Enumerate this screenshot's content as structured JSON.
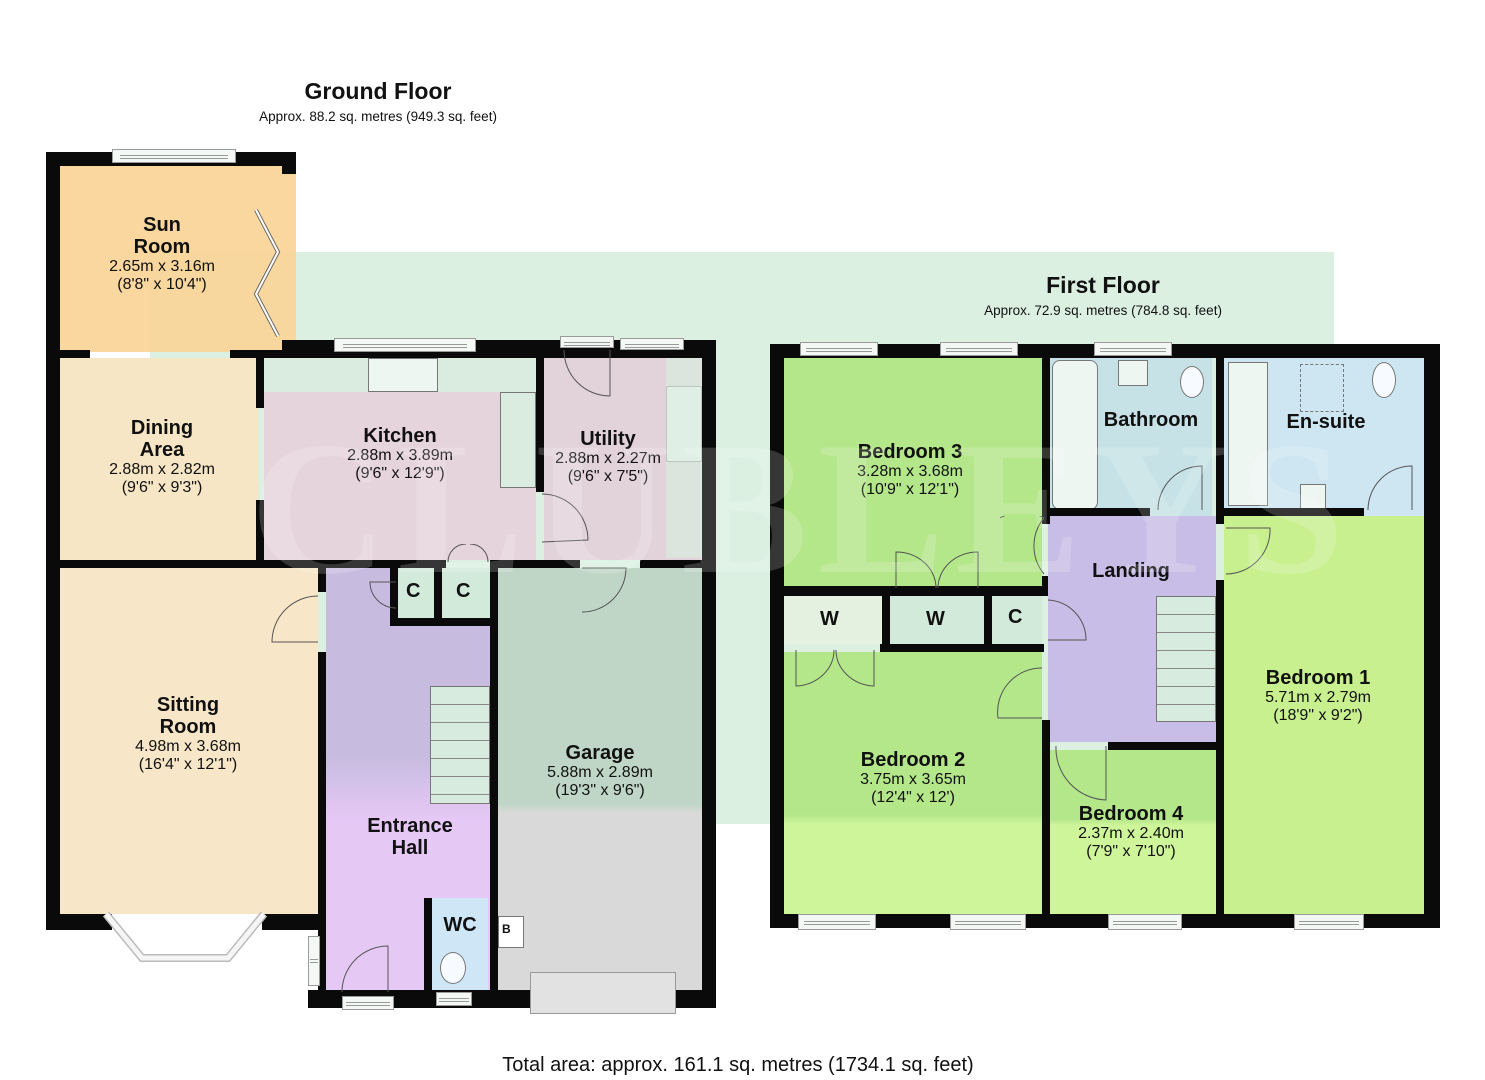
{
  "watermark": "CLUBLEYS",
  "ground_floor": {
    "title": "Ground Floor",
    "area": "Approx. 88.2 sq. metres (949.3 sq. feet)",
    "rooms": [
      {
        "name": "Sun\nRoom",
        "line1": "Sun",
        "line2": "Room",
        "metric": "2.65m x 3.16m",
        "imperial": "(8'8\" x 10'4\")",
        "color": "#f9d59a"
      },
      {
        "line1": "Dining",
        "line2": "Area",
        "metric": "2.88m x 2.82m",
        "imperial": "(9'6\" x 9'3\")",
        "color": "#fbe9cf"
      },
      {
        "line1": "Kitchen",
        "metric": "2.88m x 3.89m",
        "imperial": "(9'6\" x 12'9\")",
        "color": "#e8cfe0"
      },
      {
        "line1": "Utility",
        "metric": "2.88m x 2.27m",
        "imperial": "(9'6\" x 7'5\")",
        "color": "#e8cfe0"
      },
      {
        "line1": "Sitting",
        "line2": "Room",
        "metric": "4.98m x 3.68m",
        "imperial": "(16'4\" x 12'1\")",
        "color": "#fbe9cf"
      },
      {
        "line1": "Entrance",
        "line2": "Hall",
        "color": "#e6c8f5"
      },
      {
        "line1": "Garage",
        "metric": "5.88m x 2.89m",
        "imperial": "(19'3\" x 9'6\")",
        "color": "#d9d9d9"
      },
      {
        "line1": "WC",
        "color": "#cfe6f7"
      }
    ],
    "cupboards": [
      "C",
      "C"
    ],
    "boiler": "B"
  },
  "first_floor": {
    "title": "First Floor",
    "area": "Approx. 72.9 sq. metres (784.8 sq. feet)",
    "rooms": [
      {
        "line1": "Bedroom 3",
        "metric": "3.28m x 3.68m",
        "imperial": "(10'9\" x 12'1\")",
        "color": "#b5e88a"
      },
      {
        "line1": "Bathroom",
        "color": "#cfe8f5"
      },
      {
        "line1": "En-suite",
        "color": "#cfe8f5"
      },
      {
        "line1": "Landing",
        "color": "#cbbde8"
      },
      {
        "line1": "Bedroom 2",
        "metric": "3.75m x 3.65m",
        "imperial": "(12'4\" x 12')",
        "color": "#c8f08f"
      },
      {
        "line1": "Bedroom 4",
        "metric": "2.37m x 2.40m",
        "imperial": "(7'9\" x 7'10\")",
        "color": "#c8f08f"
      },
      {
        "line1": "Bedroom 1",
        "metric": "5.71m x 2.79m",
        "imperial": "(18'9\" x 9'2\")",
        "color": "#c8f08f"
      }
    ],
    "cupboards": [
      "W",
      "W",
      "C"
    ]
  },
  "total_area": "Total area: approx. 161.1 sq. metres (1734.1 sq. feet)"
}
